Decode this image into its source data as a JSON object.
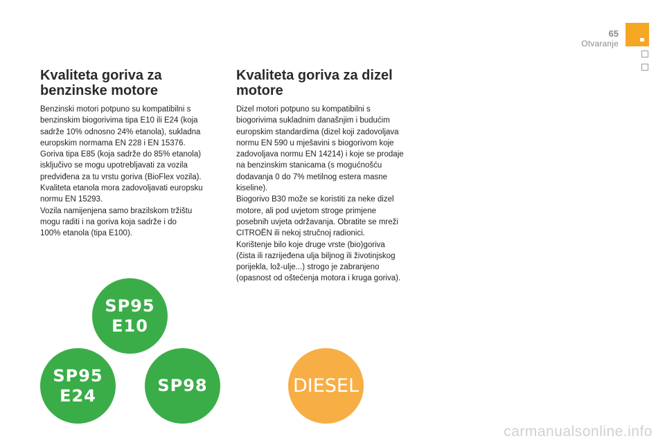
{
  "header": {
    "page_number": "65",
    "section": "Otvaranje"
  },
  "left": {
    "title": "Kvaliteta goriva za\nbenzinske motore",
    "body": "Benzinski motori potpuno su kompatibilni s\nbenzinskim biogorivima tipa E10 ili E24 (koja\nsadrže 10% odnosno 24% etanola), sukladna\neuropskim normama EN 228 i EN 15376.\nGoriva tipa E85 (koja sadrže do 85% etanola)\nisključivo se mogu upotrebljavati za vozila\npredviđena za tu vrstu goriva (BioFlex vozila).\nKvaliteta etanola mora zadovoljavati europsku\nnormu EN 15293.\nVozila namijenjena samo brazilskom tržištu\nmogu raditi i na goriva koja sadrže i do\n100% etanola (tipa E100)."
  },
  "right": {
    "title": "Kvaliteta goriva za dizel\nmotore",
    "body": "Dizel motori potpuno su kompatibilni s\nbiogorivima sukladnim današnjim i budućim\neuropskim standardima (dizel koji zadovoljava\nnormu EN 590 u mješavini s biogorivom koje\nzadovoljava normu EN 14214) i koje se prodaje\nna benzinskim stanicama (s mogućnošću\ndodavanja 0 do 7% metilnog estera masne\nkiseline).\nBiogorivo B30 može se koristiti za neke dizel\nmotore, ali pod uvjetom stroge primjene\nposebnih uvjeta održavanja. Obratite se mreži\nCITROËN ili nekoj stručnoj radionici.\nKorištenje bilo koje druge vrste (bio)goriva\n(čista ili razrijeđena ulja biljnog ili životinjskog\nporijekla, lož-ulje...) strogo je zabranjeno\n(opasnost od oštećenja motora i kruga goriva)."
  },
  "badges": {
    "sp95_e10": {
      "line1": "SP95",
      "line2": "E10",
      "color": "#3aad48"
    },
    "sp95_e24": {
      "line1": "SP95",
      "line2": "E24",
      "color": "#3aad48"
    },
    "sp98": {
      "line1": "SP98",
      "color": "#3aad48"
    },
    "diesel": {
      "line1": "DIESEL",
      "color": "#f7ae45"
    }
  },
  "accent_color": "#f5a623",
  "watermark": "carmanualsonline.info"
}
